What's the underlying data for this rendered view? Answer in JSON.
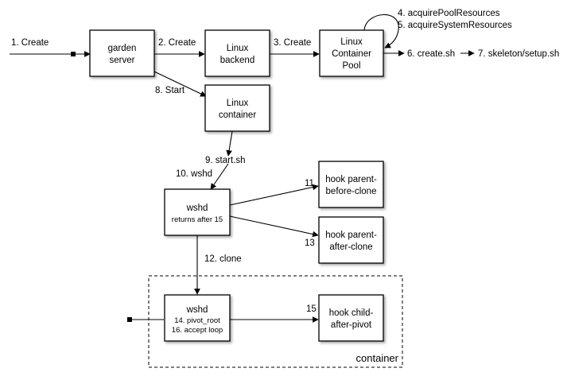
{
  "nodes": {
    "garden_server": [
      "garden",
      "server"
    ],
    "linux_backend": [
      "Linux",
      "backend"
    ],
    "linux_container_pool": [
      "Linux",
      "Container",
      "Pool"
    ],
    "linux_container": [
      "Linux",
      "container"
    ],
    "wshd_parent": [
      "wshd",
      "returns after 15"
    ],
    "hook_parent_before_clone": [
      "hook parent-",
      "before-clone"
    ],
    "hook_parent_after_clone": [
      "hook parent-",
      "after-clone"
    ],
    "wshd_child": [
      "wshd",
      "14. pivot_root",
      "16. accept loop"
    ],
    "hook_child_after_pivot": [
      "hook child-",
      "after-pivot"
    ]
  },
  "edges": {
    "create_1": "1. Create",
    "create_2": "2. Create",
    "create_3": "3. Create",
    "acquire_pool": "4. acquirePoolResources",
    "acquire_system": "5. acquireSystemResources",
    "create_sh": "6. create.sh",
    "setup_sh": "7. skeleton/setup.sh",
    "start_8": "8. Start",
    "start_sh": "9. start.sh",
    "wshd_10": "10. wshd",
    "step_11": "11",
    "clone_12": "12. clone",
    "step_13": "13",
    "step_15": "15"
  },
  "container_label": "container"
}
